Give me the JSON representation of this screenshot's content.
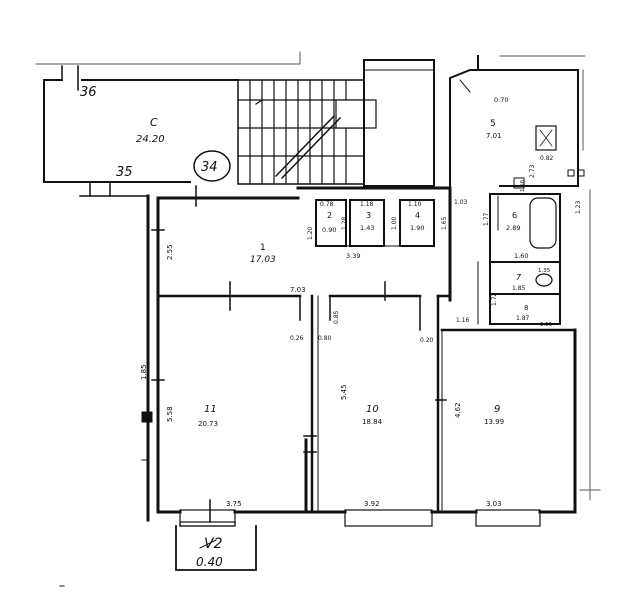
{
  "stair_number": "34",
  "rooms": {
    "c": {
      "number": "C",
      "area": "24.20"
    },
    "r1": {
      "number": "1",
      "area": "17.03"
    },
    "r2": {
      "number": "2",
      "area": "0.90"
    },
    "r3": {
      "number": "3",
      "area": "1.43"
    },
    "r4": {
      "number": "4",
      "area": "1.90"
    },
    "r5": {
      "number": "5",
      "area": "7.01"
    },
    "r6": {
      "number": "6",
      "area": "2.89"
    },
    "r7": {
      "number": "7",
      "area": "1.85"
    },
    "r8": {
      "number": "8",
      "area": "1.87"
    },
    "r9": {
      "number": "9",
      "area": "13.99"
    },
    "r10": {
      "number": "10",
      "area": "18.84"
    },
    "r11": {
      "number": "11",
      "area": "20.73"
    },
    "v2": {
      "number": "V2",
      "area": "0.40"
    }
  },
  "outside_labels": {
    "n36": "36",
    "n35": "35"
  },
  "dimensions": {
    "d_2_55": "2.55",
    "d_7_03": "7.03",
    "d_3_39": "3.39",
    "d_0_78": "0.78",
    "d_1_18": "1.18",
    "d_1_10": "1.10",
    "d_1_20": "1.20",
    "d_1_28": "1.28",
    "d_1_60": "1.60",
    "d_1_00": "1.00",
    "d_1_65": "1.65",
    "d_0_70": "0.70",
    "d_1_23": "1.23",
    "d_1_77": "1.77",
    "d_1_03": "1.03",
    "d_2_73": "2.73",
    "d_1_72": "1.72",
    "d_1_16": "1.16",
    "d_1_35": "1.35",
    "d_1_55": "1.55",
    "d_1_56": "1.56",
    "d_0_80": "0.80",
    "d_0_82": "0.82",
    "d_4_62": "4.62",
    "d_5_45": "5.45",
    "d_5_58": "5.58",
    "d_3_75": "3.75",
    "d_3_92": "3.92",
    "d_3_03": "3.03",
    "d_1_85": "1.85",
    "d_0_26": "0.26",
    "d_0_85": "0.85",
    "d_0_20": "0.20"
  }
}
